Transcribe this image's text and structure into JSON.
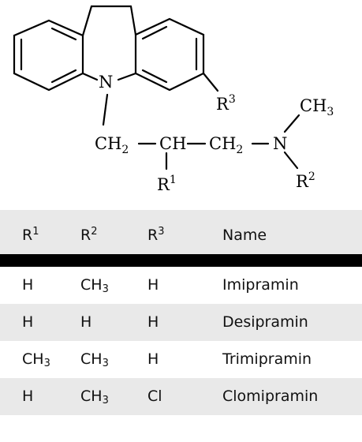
{
  "structure": {
    "atoms": {
      "n_ring": "N",
      "r3_label": "R",
      "r3_sup": "3",
      "ch3_label": "CH",
      "ch3_sub": "3",
      "chain_ch2_a": "CH",
      "chain_ch2_a_sub": "2",
      "chain_ch": "CH",
      "chain_ch2_b": "CH",
      "chain_ch2_b_sub": "2",
      "n_amine": "N",
      "r1_label": "R",
      "r1_sup": "1",
      "r2_label": "R",
      "r2_sup": "2"
    }
  },
  "table": {
    "headers": [
      {
        "label": "R",
        "sup": "1"
      },
      {
        "label": "R",
        "sup": "2"
      },
      {
        "label": "R",
        "sup": "3"
      },
      {
        "label": "Name",
        "sup": ""
      }
    ],
    "rows": [
      {
        "r1": "H",
        "r1_sub": "",
        "r2": "CH",
        "r2_sub": "3",
        "r3": "H",
        "name": "Imipramin"
      },
      {
        "r1": "H",
        "r1_sub": "",
        "r2": "H",
        "r2_sub": "",
        "r3": "H",
        "name": "Desipramin"
      },
      {
        "r1": "CH",
        "r1_sub": "3",
        "r2": "CH",
        "r2_sub": "3",
        "r3": "H",
        "name": "Trimipramin"
      },
      {
        "r1": "H",
        "r1_sub": "",
        "r2": "CH",
        "r2_sub": "3",
        "r3": "Cl",
        "name": "Clomipramin"
      }
    ]
  }
}
